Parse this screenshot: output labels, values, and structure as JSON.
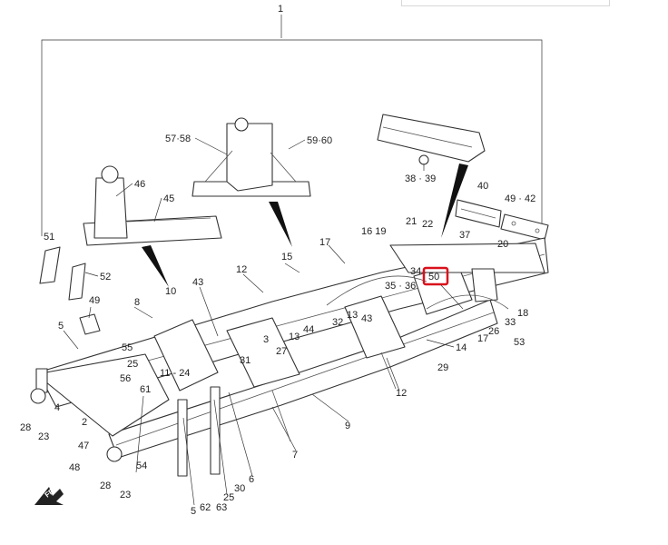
{
  "diagram": {
    "assembly_label": "1",
    "highlighted_label": "50",
    "highlight_color": "#d9111c",
    "compass_label": "FRONT",
    "callouts": {
      "c57_58": "57·58",
      "c59_60": "59·60",
      "c38_39": "38 · 39",
      "c40": "40",
      "c49_42": "49 · 42",
      "c46": "46",
      "c45": "45",
      "c51": "51",
      "c52": "52",
      "c49": "49",
      "c16_19": "16 19",
      "c21": "21",
      "c22": "22",
      "c37": "37",
      "c17a": "17",
      "c12a": "12",
      "c15": "15",
      "c43a": "43",
      "c8": "8",
      "c10": "10",
      "c5a": "5",
      "c55": "55",
      "c25a": "25",
      "c56": "56",
      "c11_24": "11 - 24",
      "c3": "3",
      "c13a": "13",
      "c44": "44",
      "c32": "32",
      "c13b": "13",
      "c43b": "43",
      "c27": "27",
      "c31": "31",
      "c34": "34",
      "c35_36": "35 · 36",
      "c50": "50",
      "c20": "20",
      "c18": "18",
      "c33": "33",
      "c26": "26",
      "c53": "53",
      "c17b": "17",
      "c14": "14",
      "c29": "29",
      "c12b": "12",
      "c9": "9",
      "c7": "7",
      "c61": "61",
      "c4": "4",
      "c2": "2",
      "c47": "47",
      "c28a": "28",
      "c23a": "23",
      "c48": "48",
      "c28b": "28",
      "c23b": "23",
      "c54": "54",
      "c5b": "5",
      "c62": "62",
      "c63": "63",
      "c25b": "25",
      "c30": "30",
      "c6": "6"
    }
  }
}
